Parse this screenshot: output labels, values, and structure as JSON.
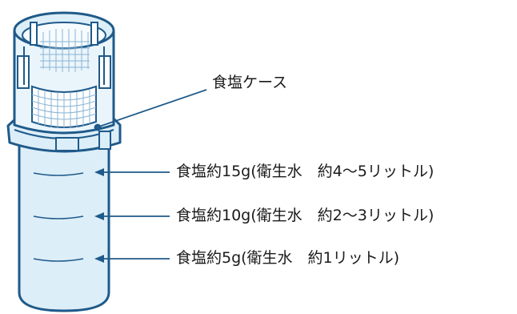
{
  "colors": {
    "outline": "#1f5a8a",
    "fill": "#dceef8",
    "mesh": "#8ab4d4",
    "text": "#1a1a1a"
  },
  "labels": {
    "salt_case": "食塩ケース",
    "level_15g": "食塩約15g(衛生水　約4〜5リットル)",
    "level_10g": "食塩約10g(衛生水　約2〜3リットル)",
    "level_5g": "食塩約5g(衛生水　約1リットル)"
  }
}
